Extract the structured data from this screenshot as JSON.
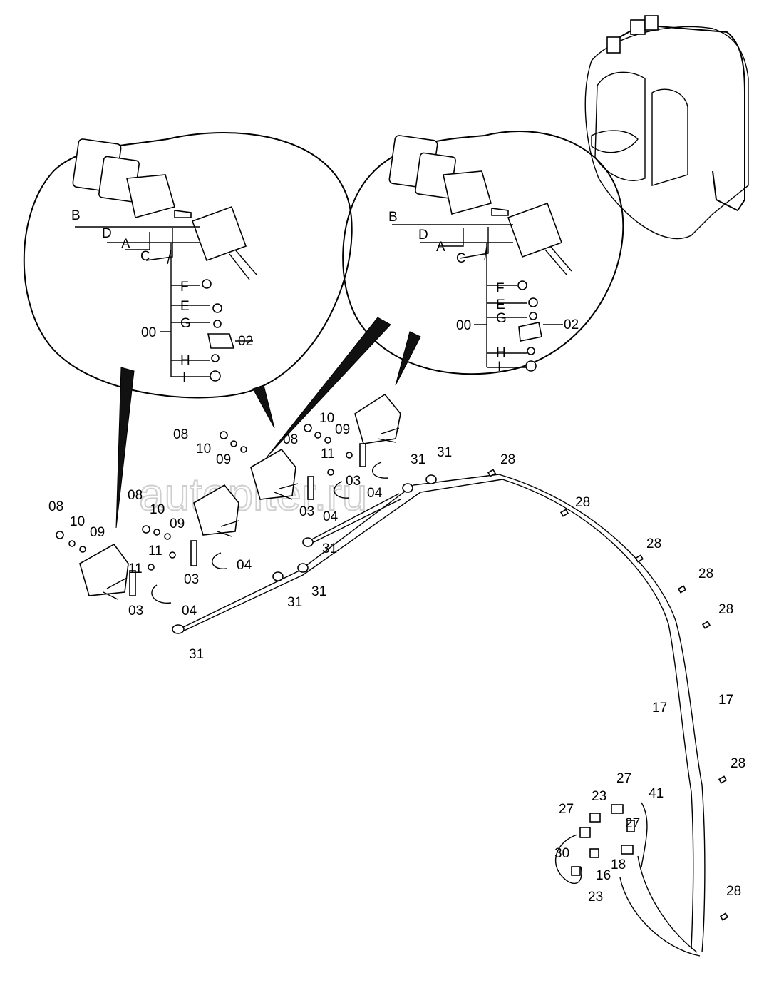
{
  "watermark": "autopiter.ru",
  "detail_left": {
    "labels": {
      "B": "B",
      "D": "D",
      "A": "A",
      "C": "C",
      "F": "F",
      "E": "E",
      "G": "G",
      "H": "H",
      "I": "I",
      "assy": "00",
      "bracket": "02"
    }
  },
  "detail_right": {
    "labels": {
      "B": "B",
      "D": "D",
      "A": "A",
      "C": "C",
      "F": "F",
      "E": "E",
      "G": "G",
      "H": "H",
      "I": "I",
      "assy": "00",
      "bracket": "02"
    }
  },
  "callouts": {
    "n08": "08",
    "n09": "09",
    "n10": "10",
    "n11": "11",
    "n03": "03",
    "n04": "04",
    "n31": "31",
    "n28": "28",
    "n17": "17",
    "n27": "27",
    "n23": "23",
    "n41": "41",
    "n30": "30",
    "n16": "16",
    "n18": "18"
  }
}
